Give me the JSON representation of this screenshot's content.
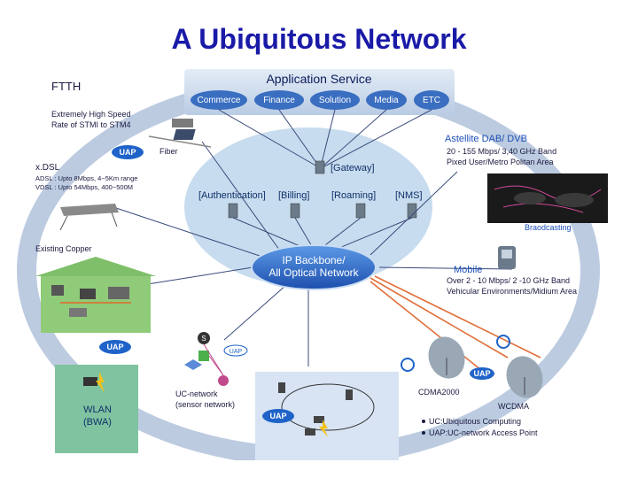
{
  "title": "A Ubiquitous Network",
  "application_service": {
    "label": "Application Service",
    "services": [
      "Commerce",
      "Finance",
      "Solution",
      "Media",
      "ETC"
    ]
  },
  "core": {
    "gateway": "[Gateway]",
    "nodes": [
      "[Authentication]",
      "[Billing]",
      "[Roaming]",
      "[NMS]"
    ],
    "backbone_line1": "IP Backbone/",
    "backbone_line2": "All Optical Network"
  },
  "ftth": {
    "title": "FTTH",
    "line1": "Extremely High Speed",
    "line2": "Rate of STMI to STM4"
  },
  "fiber_label": "Fiber",
  "xdsl": {
    "title": "x.DSL",
    "line1": "ADSL : Upto 8Mbps, 4~5Km range",
    "line2": "VDSL : Upto 54Mbps, 400~500M"
  },
  "existing_copper": "Existing Copper",
  "satellite": {
    "title": "Astellite DAB/ DVB",
    "bullet1": "20 - 155 Mbps/ 3,40 GHz Band",
    "bullet2": "Pixed User/Metro Politan Area",
    "broadcasting": "Braodcasting"
  },
  "mobile": {
    "title": "Mobile",
    "bullet1": "Over 2 - 10 Mbps/ 2 -10 GHz Band",
    "bullet2": "Vehicular Environments/Midium Area"
  },
  "wlan": {
    "line1": "WLAN",
    "line2": "(BWA)"
  },
  "uc_network": {
    "line1": "UC-network",
    "line2": "(sensor network)"
  },
  "cdma": "CDMA2000",
  "wcdma": "WCDMA",
  "uap": "UAP",
  "legend": {
    "item1": "UC:Ubiquitous Computing",
    "item2": "UAP:UC-network Access Point"
  },
  "colors": {
    "title": "#1a1aa8",
    "outer_ring": "#b8c8dc",
    "core_ellipse": "#c7dcee",
    "backbone": "#2f6cc8",
    "uap": "#1f63c9"
  }
}
